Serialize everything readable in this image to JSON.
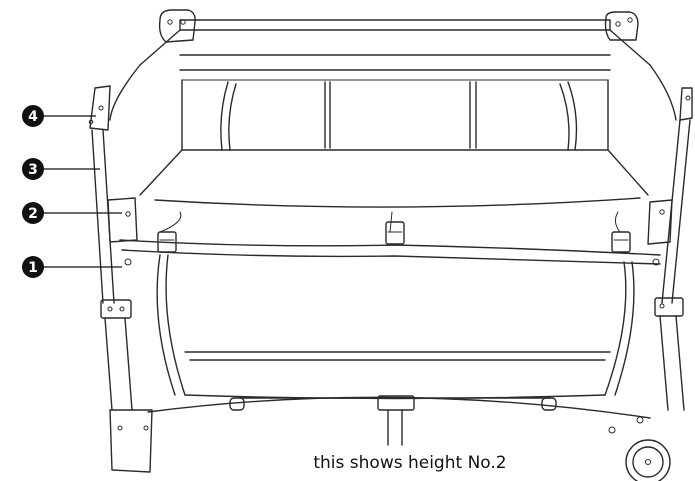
{
  "caption": "this shows height No.2",
  "markers": [
    {
      "label": "4"
    },
    {
      "label": "3"
    },
    {
      "label": "2"
    },
    {
      "label": "1"
    }
  ]
}
